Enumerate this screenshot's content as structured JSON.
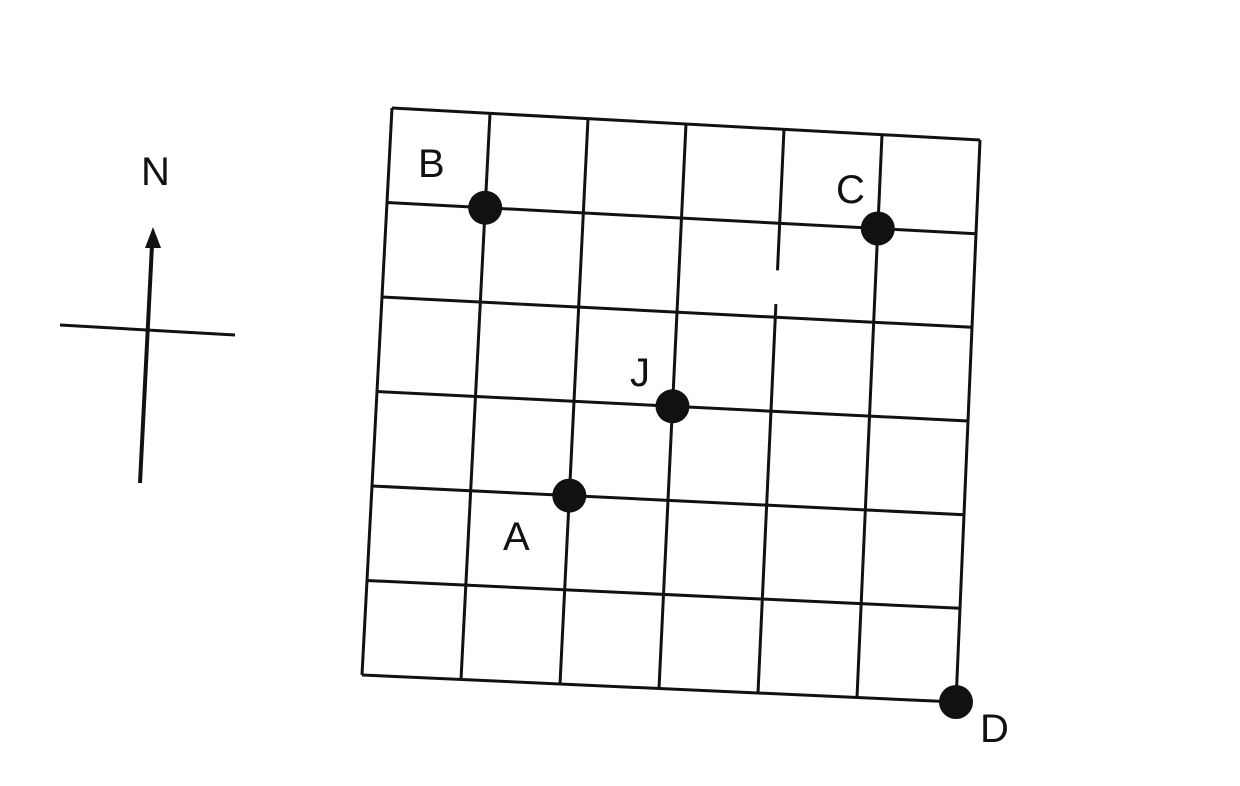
{
  "compass": {
    "label": "N"
  },
  "grid": {
    "rows": 6,
    "cols": 6
  },
  "points": [
    {
      "id": "B",
      "label": "B"
    },
    {
      "id": "C",
      "label": "C"
    },
    {
      "id": "J",
      "label": "J"
    },
    {
      "id": "A",
      "label": "A"
    },
    {
      "id": "D",
      "label": "D"
    }
  ],
  "colors": {
    "ink": "#111111",
    "background": "#ffffff"
  }
}
